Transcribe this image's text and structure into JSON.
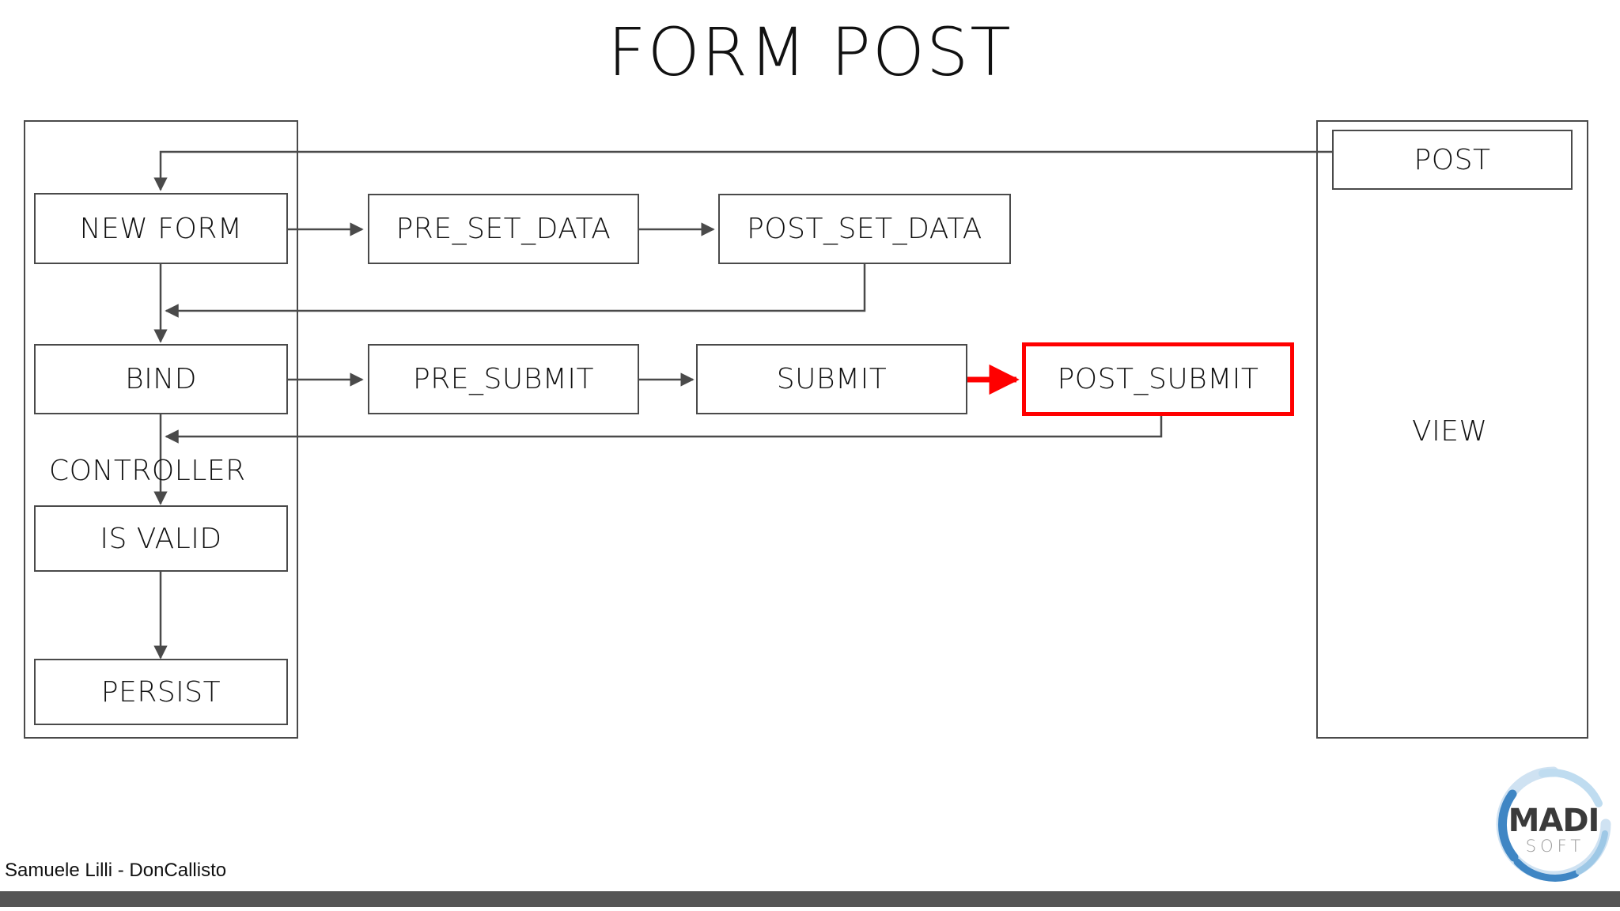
{
  "slide": {
    "title": "FORM POST",
    "background": "#ffffff"
  },
  "colors": {
    "line": "#4a4a4a",
    "highlight": "#FF0000",
    "text": "#111111",
    "footer_bar": "#555555",
    "logo_blue": "#3f86c4",
    "logo_dark": "#3a3a3a",
    "logo_light": "#9a9a9a"
  },
  "controller": {
    "label": "CONTROLLER",
    "nodes": [
      {
        "id": "new-form",
        "label": "NEW FORM"
      },
      {
        "id": "bind",
        "label": "BIND"
      },
      {
        "id": "is-valid",
        "label": "IS VALID"
      },
      {
        "id": "persist",
        "label": "PERSIST"
      }
    ]
  },
  "events": {
    "set_data_row": [
      {
        "id": "pre-set-data",
        "label": "PRE_SET_DATA",
        "highlighted": false
      },
      {
        "id": "post-set-data",
        "label": "POST_SET_DATA",
        "highlighted": false
      }
    ],
    "submit_row": [
      {
        "id": "pre-submit",
        "label": "PRE_SUBMIT",
        "highlighted": false
      },
      {
        "id": "submit",
        "label": "SUBMIT",
        "highlighted": false
      },
      {
        "id": "post-submit",
        "label": "POST_SUBMIT",
        "highlighted": true
      }
    ]
  },
  "view": {
    "label": "VIEW",
    "nodes": [
      {
        "id": "post",
        "label": "POST"
      }
    ]
  },
  "footer": {
    "credit": "Samuele Lilli - DonCallisto"
  },
  "logo": {
    "primary": "MADI",
    "secondary": "SOFT"
  }
}
